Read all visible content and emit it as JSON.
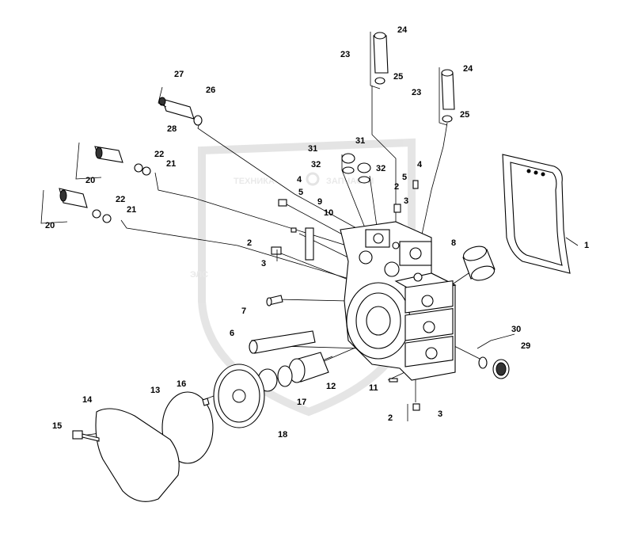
{
  "watermark": {
    "line1": "ТЕХНИКА",
    "line2": "ЗАПЧАСТИ",
    "logo": "ЭЛС"
  },
  "callouts": [
    {
      "id": "c1",
      "label": "1"
    },
    {
      "id": "c2a",
      "label": "2"
    },
    {
      "id": "c2b",
      "label": "2"
    },
    {
      "id": "c2c",
      "label": "2"
    },
    {
      "id": "c3a",
      "label": "3"
    },
    {
      "id": "c3b",
      "label": "3"
    },
    {
      "id": "c3c",
      "label": "3"
    },
    {
      "id": "c4a",
      "label": "4"
    },
    {
      "id": "c4b",
      "label": "4"
    },
    {
      "id": "c5a",
      "label": "5"
    },
    {
      "id": "c5b",
      "label": "5"
    },
    {
      "id": "c6",
      "label": "6"
    },
    {
      "id": "c7",
      "label": "7"
    },
    {
      "id": "c8",
      "label": "8"
    },
    {
      "id": "c9",
      "label": "9"
    },
    {
      "id": "c10",
      "label": "10"
    },
    {
      "id": "c11",
      "label": "11"
    },
    {
      "id": "c12",
      "label": "12"
    },
    {
      "id": "c13",
      "label": "13"
    },
    {
      "id": "c14",
      "label": "14"
    },
    {
      "id": "c15",
      "label": "15"
    },
    {
      "id": "c16",
      "label": "16"
    },
    {
      "id": "c17",
      "label": "17"
    },
    {
      "id": "c18",
      "label": "18"
    },
    {
      "id": "c20a",
      "label": "20"
    },
    {
      "id": "c20b",
      "label": "20"
    },
    {
      "id": "c21a",
      "label": "21"
    },
    {
      "id": "c21b",
      "label": "21"
    },
    {
      "id": "c22a",
      "label": "22"
    },
    {
      "id": "c22b",
      "label": "22"
    },
    {
      "id": "c23a",
      "label": "23"
    },
    {
      "id": "c23b",
      "label": "23"
    },
    {
      "id": "c24a",
      "label": "24"
    },
    {
      "id": "c24b",
      "label": "24"
    },
    {
      "id": "c25a",
      "label": "25"
    },
    {
      "id": "c25b",
      "label": "25"
    },
    {
      "id": "c26",
      "label": "26"
    },
    {
      "id": "c27",
      "label": "27"
    },
    {
      "id": "c28",
      "label": "28"
    },
    {
      "id": "c29",
      "label": "29"
    },
    {
      "id": "c30",
      "label": "30"
    },
    {
      "id": "c31a",
      "label": "31"
    },
    {
      "id": "c31b",
      "label": "31"
    },
    {
      "id": "c32a",
      "label": "32"
    },
    {
      "id": "c32b",
      "label": "32"
    }
  ]
}
